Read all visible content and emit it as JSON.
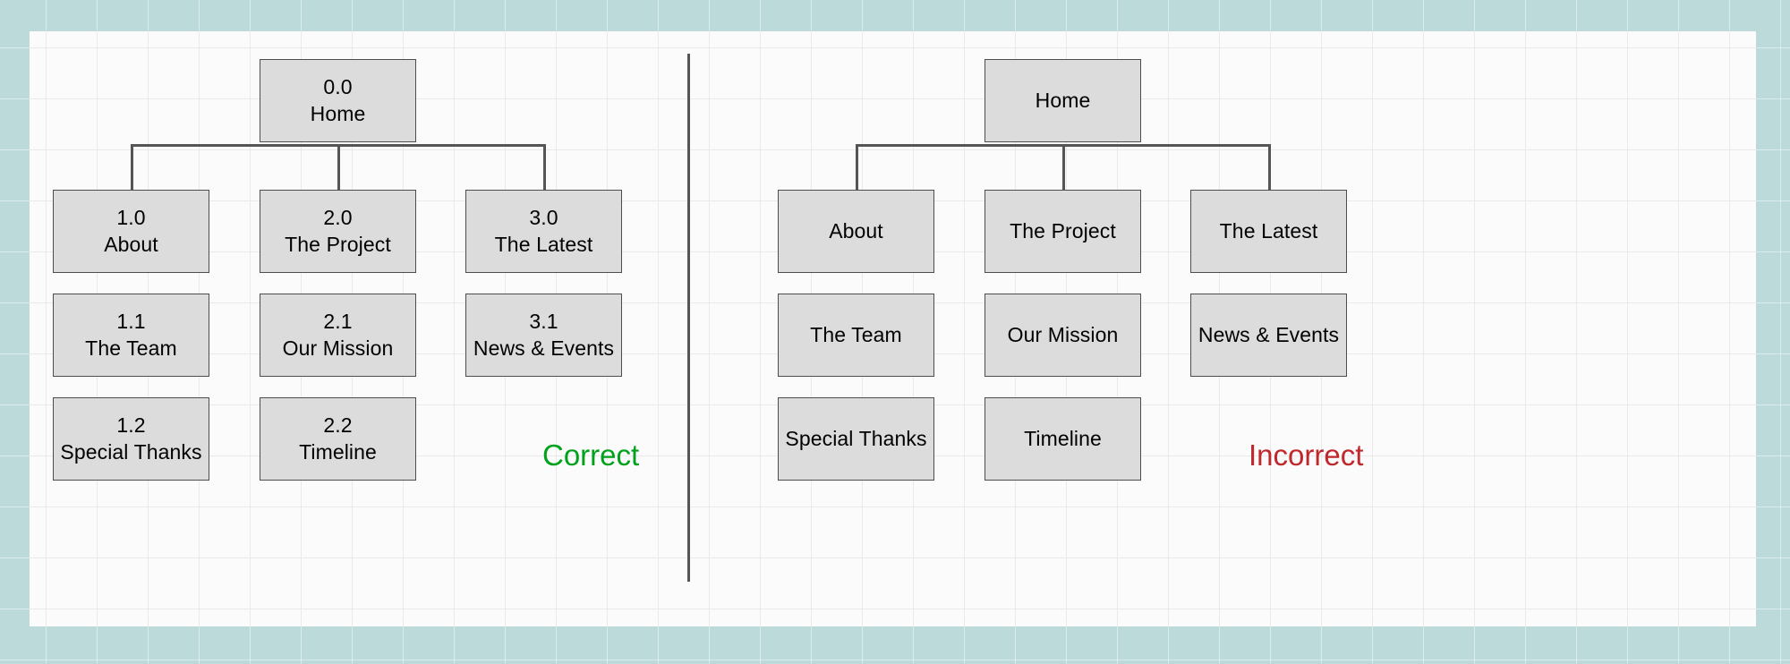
{
  "canvas": {
    "background_color": "#fbfbfb",
    "page_background_color": "#bcdada",
    "grid_color": "#e4e4e4",
    "divider_color": "#555555"
  },
  "style": {
    "node_fill": "#dcdcdc",
    "node_border": "#4d4d4d",
    "connector_color": "#555555",
    "correct_color": "#00a21b",
    "incorrect_color": "#c0282b"
  },
  "panels": [
    {
      "id": "correct",
      "verdict": "Correct",
      "verdict_color": "#00a21b",
      "numbering": true,
      "nodes": {
        "root": {
          "num": "0.0",
          "label": "Home"
        },
        "about": {
          "num": "1.0",
          "label": "About"
        },
        "project": {
          "num": "2.0",
          "label": "The Project"
        },
        "latest": {
          "num": "3.0",
          "label": "The Latest"
        },
        "team": {
          "num": "1.1",
          "label": "The Team"
        },
        "mission": {
          "num": "2.1",
          "label": "Our Mission"
        },
        "news": {
          "num": "3.1",
          "label": "News & Events"
        },
        "thanks": {
          "num": "1.2",
          "label": "Special Thanks"
        },
        "timeline": {
          "num": "2.2",
          "label": "Timeline"
        }
      }
    },
    {
      "id": "incorrect",
      "verdict": "Incorrect",
      "verdict_color": "#c0282b",
      "numbering": false,
      "nodes": {
        "root": {
          "num": "",
          "label": "Home"
        },
        "about": {
          "num": "",
          "label": "About"
        },
        "project": {
          "num": "",
          "label": "The Project"
        },
        "latest": {
          "num": "",
          "label": "The Latest"
        },
        "team": {
          "num": "",
          "label": "The Team"
        },
        "mission": {
          "num": "",
          "label": "Our Mission"
        },
        "news": {
          "num": "",
          "label": "News & Events"
        },
        "thanks": {
          "num": "",
          "label": "Special Thanks"
        },
        "timeline": {
          "num": "",
          "label": "Timeline"
        }
      }
    }
  ]
}
